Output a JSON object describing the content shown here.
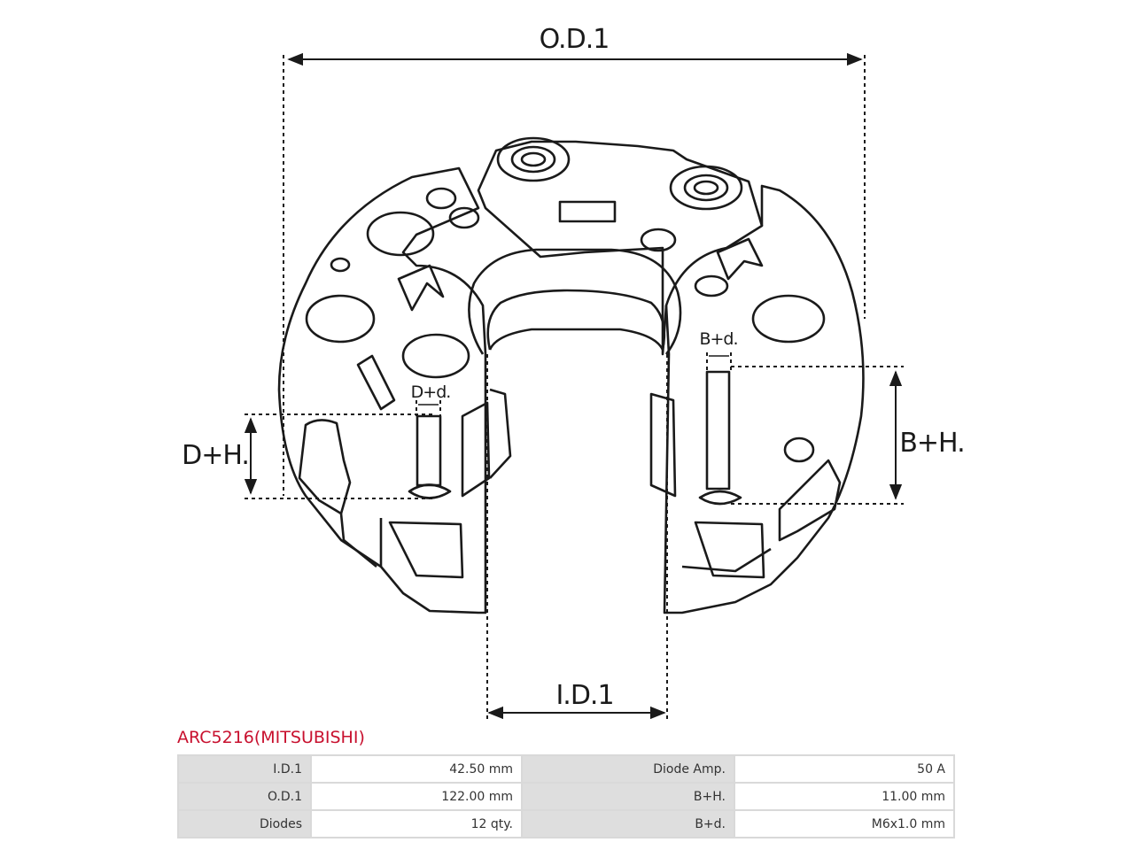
{
  "diagram": {
    "labels": {
      "od": "O.D.1",
      "id": "I.D.1",
      "dh": "D+H.",
      "bh": "B+H.",
      "dd": "D+d.",
      "bd": "B+d."
    }
  },
  "part": {
    "title": "ARC5216(MITSUBISHI)"
  },
  "specs": [
    {
      "label1": "I.D.1",
      "value1": "42.50 mm",
      "label2": "Diode Amp.",
      "value2": "50 A"
    },
    {
      "label1": "O.D.1",
      "value1": "122.00 mm",
      "label2": "B+H.",
      "value2": "11.00 mm"
    },
    {
      "label1": "Diodes",
      "value1": "12 qty.",
      "label2": "B+d.",
      "value2": "M6x1.0 mm"
    }
  ]
}
